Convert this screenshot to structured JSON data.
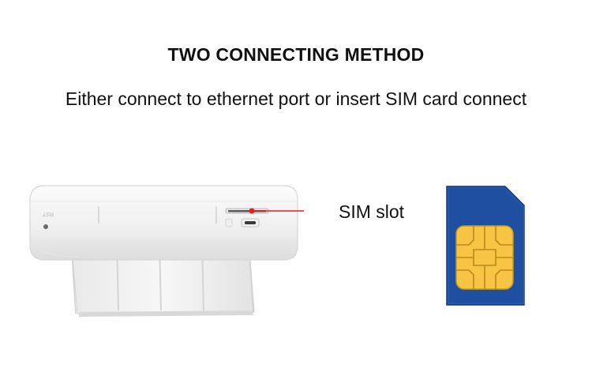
{
  "header": {
    "title": "TWO CONNECTING METHOD",
    "subtitle": "Either connect to ethernet port or insert SIM card connect"
  },
  "device": {
    "reset_label": "RST",
    "callout_label": "SIM slot",
    "callout_color": "#e02020"
  },
  "sim_card": {
    "card_color": "#1f4fa0",
    "chip_color": "#f7c444"
  }
}
